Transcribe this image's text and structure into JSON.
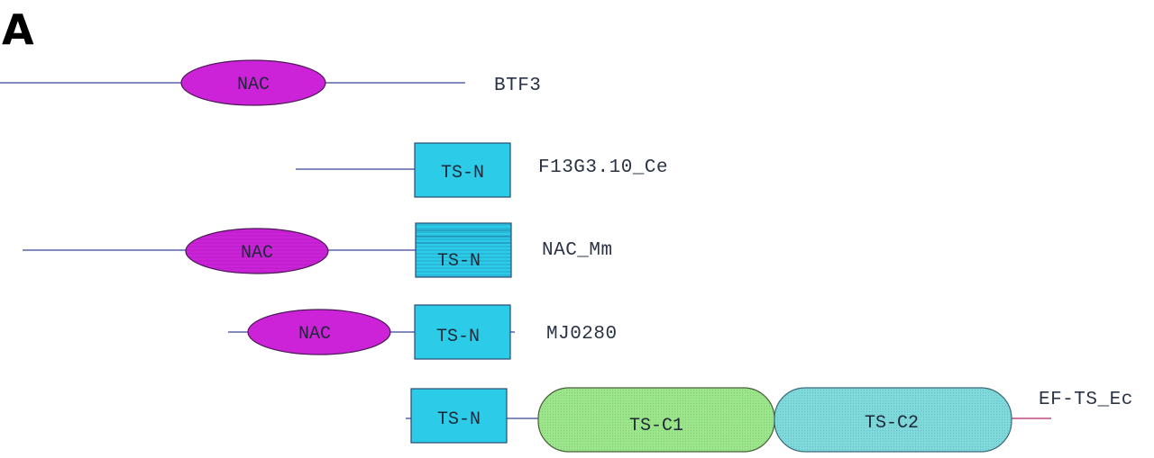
{
  "panel_label": "A",
  "colors": {
    "nac": "#cc22d8",
    "ts_n": "#2ccbe8",
    "ts_c1": "#9be68a",
    "ts_c2": "#7fd9db",
    "backbone": "#5a64a8",
    "tail": "#c04a80"
  },
  "proteins": [
    {
      "name": "BTF3",
      "domains": [
        {
          "type": "NAC",
          "label": "NAC",
          "icon": "ellipse"
        }
      ]
    },
    {
      "name": "F13G3.10_Ce",
      "domains": [
        {
          "type": "TS-N",
          "label": "TS-N",
          "icon": "rectangle"
        }
      ]
    },
    {
      "name": "NAC_Mm",
      "domains": [
        {
          "type": "NAC",
          "label": "NAC",
          "icon": "ellipse"
        },
        {
          "type": "TS-N",
          "label": "TS-N",
          "icon": "rectangle"
        }
      ]
    },
    {
      "name": "MJ0280",
      "domains": [
        {
          "type": "NAC",
          "label": "NAC",
          "icon": "ellipse"
        },
        {
          "type": "TS-N",
          "label": "TS-N",
          "icon": "rectangle"
        }
      ]
    },
    {
      "name": "EF-TS_Ec",
      "domains": [
        {
          "type": "TS-N",
          "label": "TS-N",
          "icon": "rectangle"
        },
        {
          "type": "TS-C1",
          "label": "TS-C1",
          "icon": "rounded-rectangle"
        },
        {
          "type": "TS-C2",
          "label": "TS-C2",
          "icon": "rounded-rectangle"
        }
      ]
    }
  ]
}
